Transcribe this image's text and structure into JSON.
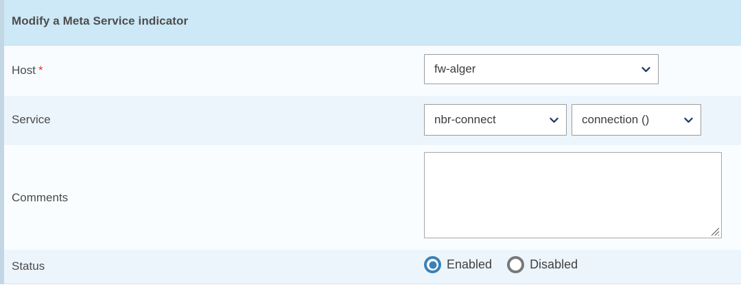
{
  "header": {
    "title": "Modify a Meta Service indicator"
  },
  "colors": {
    "header_bg": "#cde8f6",
    "row_alt_bg": "#edf5fc",
    "row_bg": "#fafdff",
    "left_strip": "#c3d6e3",
    "required_star": "#e8312f",
    "radio_selected": "#3b81b7",
    "radio_unselected": "#76787a",
    "chevron": "#1f3864",
    "label_text": "#4a4a4a"
  },
  "rows": {
    "host": {
      "label": "Host",
      "required_marker": "*",
      "select": {
        "value": "fw-alger",
        "icon": "chevron-down-icon"
      }
    },
    "service": {
      "label": "Service",
      "select_service": {
        "value": "nbr-connect",
        "icon": "chevron-down-icon"
      },
      "select_metric": {
        "value": "connection ()",
        "icon": "chevron-down-icon"
      }
    },
    "comments": {
      "label": "Comments",
      "textarea": {
        "value": "",
        "placeholder": ""
      }
    },
    "status": {
      "label": "Status",
      "options": [
        {
          "label": "Enabled",
          "selected": true
        },
        {
          "label": "Disabled",
          "selected": false
        }
      ]
    }
  }
}
